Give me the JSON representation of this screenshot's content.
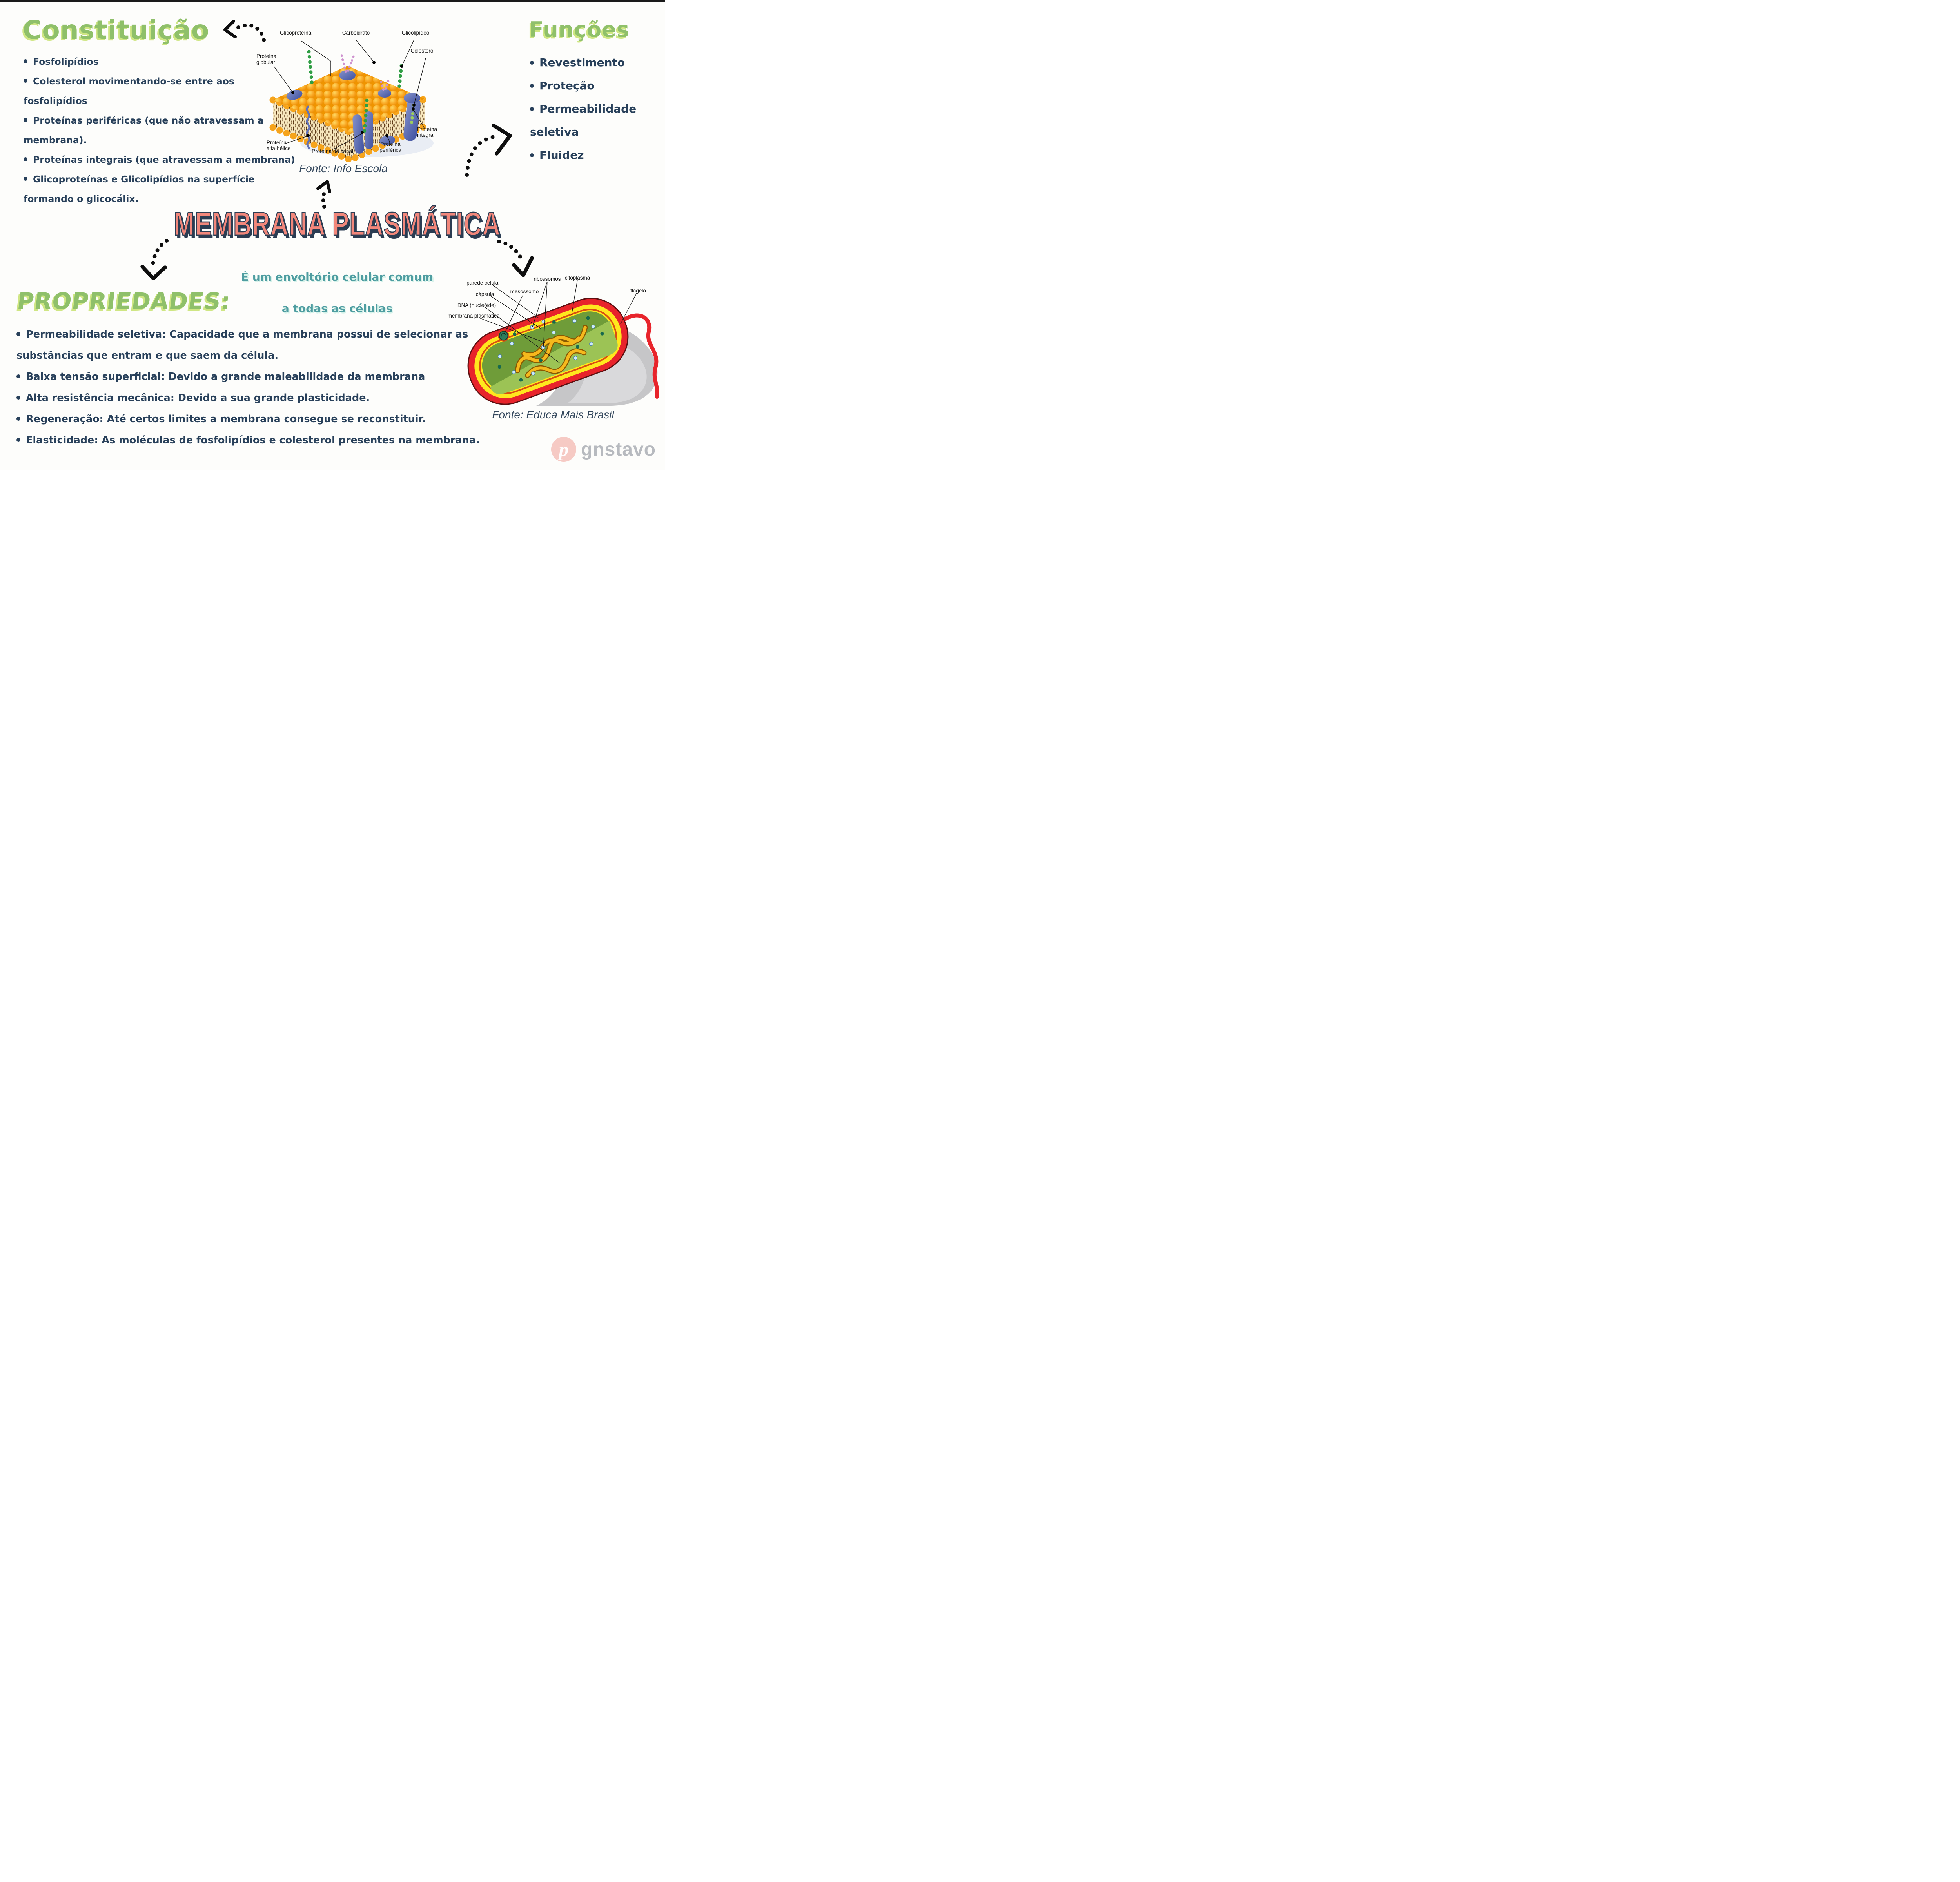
{
  "colors": {
    "heading_green": "#8fc06a",
    "heading_green_shadow": "#cfe683",
    "body_navy": "#28405a",
    "title_coral": "#f2877b",
    "title_shadow_navy": "#2b3c52",
    "subtitle_teal": "#4f9da1",
    "source_text": "#33475c",
    "watermark_pink": "#f6cac4",
    "watermark_gray": "#b7babf"
  },
  "constituicao": {
    "title": "Constituição",
    "items": [
      {
        "lines": [
          "Fosfolipídios"
        ]
      },
      {
        "lines": [
          "Colesterol movimentando-se entre aos",
          "fosfolipídios"
        ]
      },
      {
        "lines": [
          "Proteínas periféricas (que não atravessam a",
          "membrana)."
        ]
      },
      {
        "lines": [
          "Proteínas integrais (que atravessam a membrana)"
        ]
      },
      {
        "lines": [
          "Glicoproteínas e Glicolipídios na superfície",
          "formando o glicocálix."
        ]
      }
    ]
  },
  "funcoes": {
    "title": "Funções",
    "items": [
      {
        "lines": [
          "Revestimento"
        ]
      },
      {
        "lines": [
          "Proteção"
        ]
      },
      {
        "lines": [
          "Permeabilidade",
          "seletiva"
        ]
      },
      {
        "lines": [
          "Fluidez"
        ]
      }
    ]
  },
  "central": {
    "title": "MEMBRANA PLASMÁTICA",
    "subtitle_line1": "É um envoltório celular comum",
    "subtitle_line2": "a todas as células"
  },
  "propriedades": {
    "title": "PROPRIEDADES:",
    "items": [
      {
        "lines": [
          "Permeabilidade seletiva: Capacidade que a membrana possui de selecionar as",
          "substâncias que entram e que saem da célula."
        ]
      },
      {
        "lines": [
          "Baixa tensão superficial: Devido a grande maleabilidade da membrana"
        ]
      },
      {
        "lines": [
          "Alta resistência mecânica: Devido a sua grande plasticidade."
        ]
      },
      {
        "lines": [
          "Regeneração: Até certos limites a membrana consegue se reconstituir."
        ]
      },
      {
        "lines": [
          "Elasticidade: As moléculas de fosfolipídios e colesterol presentes na membrana."
        ]
      }
    ]
  },
  "membrane_figure": {
    "labels": {
      "glicoproteina": "Glicoproteína",
      "carboidrato": "Carboidrato",
      "glicolipideo": "Glicolipídeo",
      "colesterol": "Colesterol",
      "proteina_globular": [
        "Proteína",
        "globular"
      ],
      "proteina_integral": [
        "Proteína",
        "integral"
      ],
      "proteina_alfa_helice": [
        "Proteína",
        "alfa-hélice"
      ],
      "proteina_de_canal": "Proteína de canal",
      "proteina_periferica": [
        "Proteína",
        "periférica"
      ]
    },
    "source": "Fonte: Info Escola"
  },
  "bacteria_figure": {
    "labels": {
      "parede_celular": "parede celular",
      "capsula": "cápsula",
      "dna": "DNA (nucleóide)",
      "membrana_plasmatica": "membrana plasmática",
      "mesossomo": "mesossomo",
      "ribossomos": "ribossomos",
      "citoplasma": "citoplasma",
      "flagelo": "flagelo"
    },
    "source": "Fonte: Educa Mais Brasil"
  },
  "watermark": {
    "logo_letter": "p",
    "username": "gnstavo"
  }
}
